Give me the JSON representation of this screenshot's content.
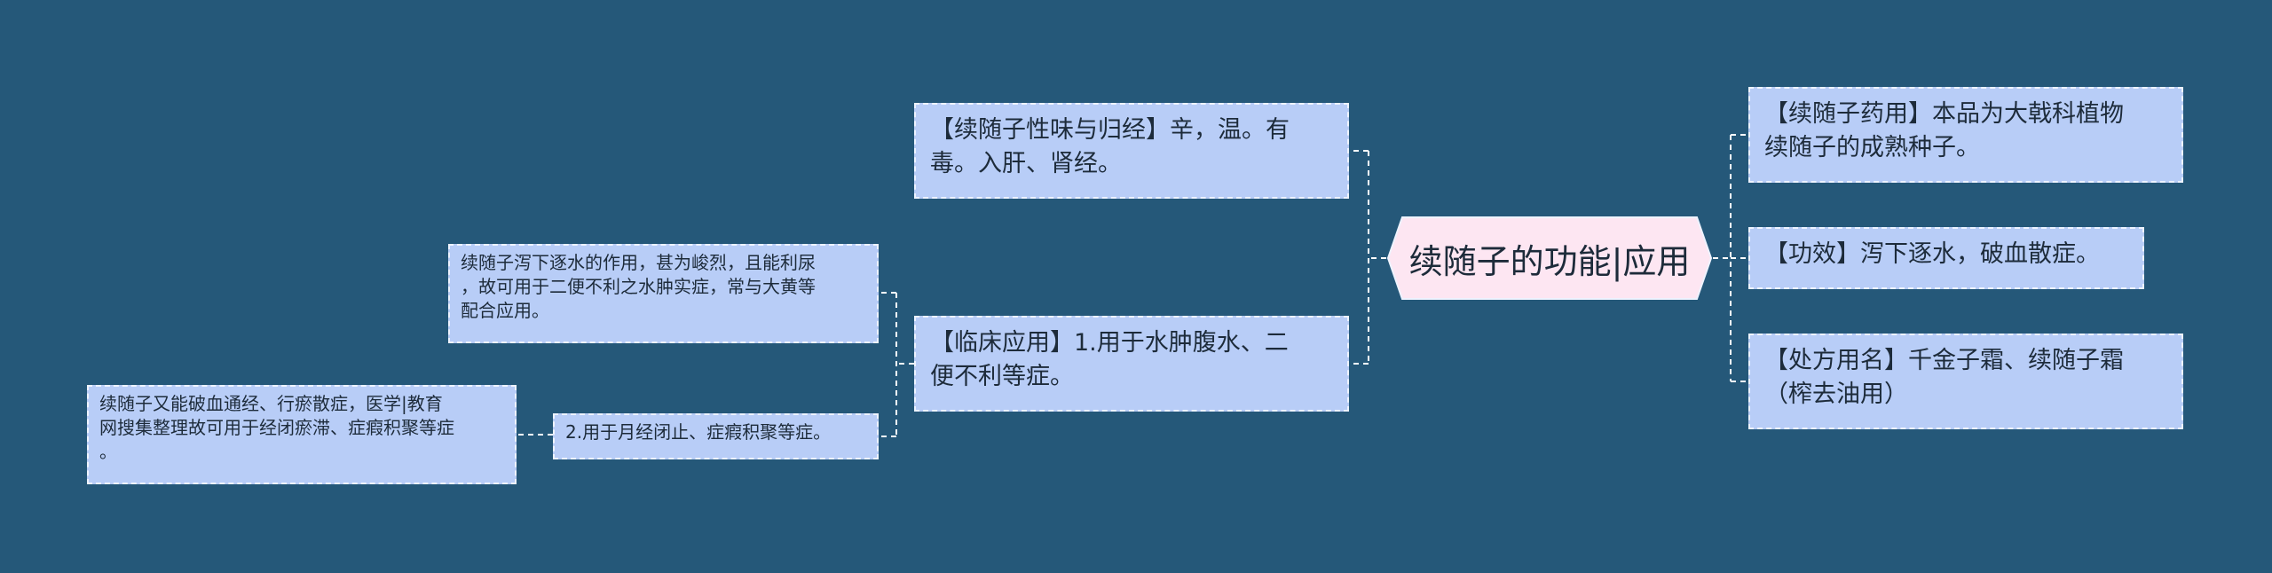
{
  "root": {
    "label": "续随子的功能|应用"
  },
  "right_nodes": [
    {
      "text": "【续随子药用】本品为大戟科植物\n续随子的成熟种子。"
    },
    {
      "text": "【功效】泻下逐水，破血散症。"
    },
    {
      "text": "【处方用名】千金子霜、续随子霜\n（榨去油用）"
    }
  ],
  "left_nodes": [
    {
      "text": "【续随子性味与归经】辛，温。有\n毒。入肝、肾经。"
    },
    {
      "text": "【临床应用】1.用于水肿腹水、二\n便不利等症。"
    }
  ],
  "sub_nodes": [
    {
      "text": "续随子泻下逐水的作用，甚为峻烈，且能利尿\n，故可用于二便不利之水肿实症，常与大黄等\n配合应用。"
    },
    {
      "text": "2.用于月经闭止、症瘕积聚等症。"
    }
  ],
  "leaf_nodes": [
    {
      "text": "续随子又能破血通经、行瘀散症，医学|教育\n网搜集整理故可用于经闭瘀滞、症瘕积聚等症\n。"
    }
  ],
  "colors": {
    "background": "#255879",
    "node_fill": "#b8cdf7",
    "root_fill": "#fde6f2",
    "connector": "#ffffff"
  }
}
